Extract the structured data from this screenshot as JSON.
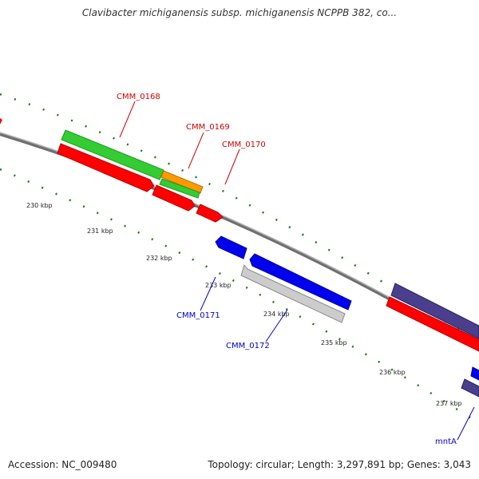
{
  "title": "Clavibacter michiganensis subsp. michiganensis NCPPB 382, co...",
  "footer": {
    "accession": "Accession: NC_009480",
    "topology": "Topology: circular; Length: 3,297,891 bp; Genes: 3,043"
  },
  "colors": {
    "backbone": "#808080",
    "tick": "#1a7a1a",
    "label_red": "#d00000",
    "label_blue": "#0000cc"
  },
  "kbp_labels": [
    "230 kbp",
    "231 kbp",
    "232 kbp",
    "233 kbp",
    "234 kbp",
    "235 kbp",
    "236 kbp",
    "237 kbp"
  ],
  "gene_labels": [
    {
      "text": "CMM_0168",
      "color": "red"
    },
    {
      "text": "CMM_0169",
      "color": "red"
    },
    {
      "text": "CMM_0170",
      "color": "red"
    },
    {
      "text": "CMM_0171",
      "color": "blue"
    },
    {
      "text": "CMM_0172",
      "color": "blue"
    },
    {
      "text": "mntA",
      "color": "blue"
    }
  ]
}
